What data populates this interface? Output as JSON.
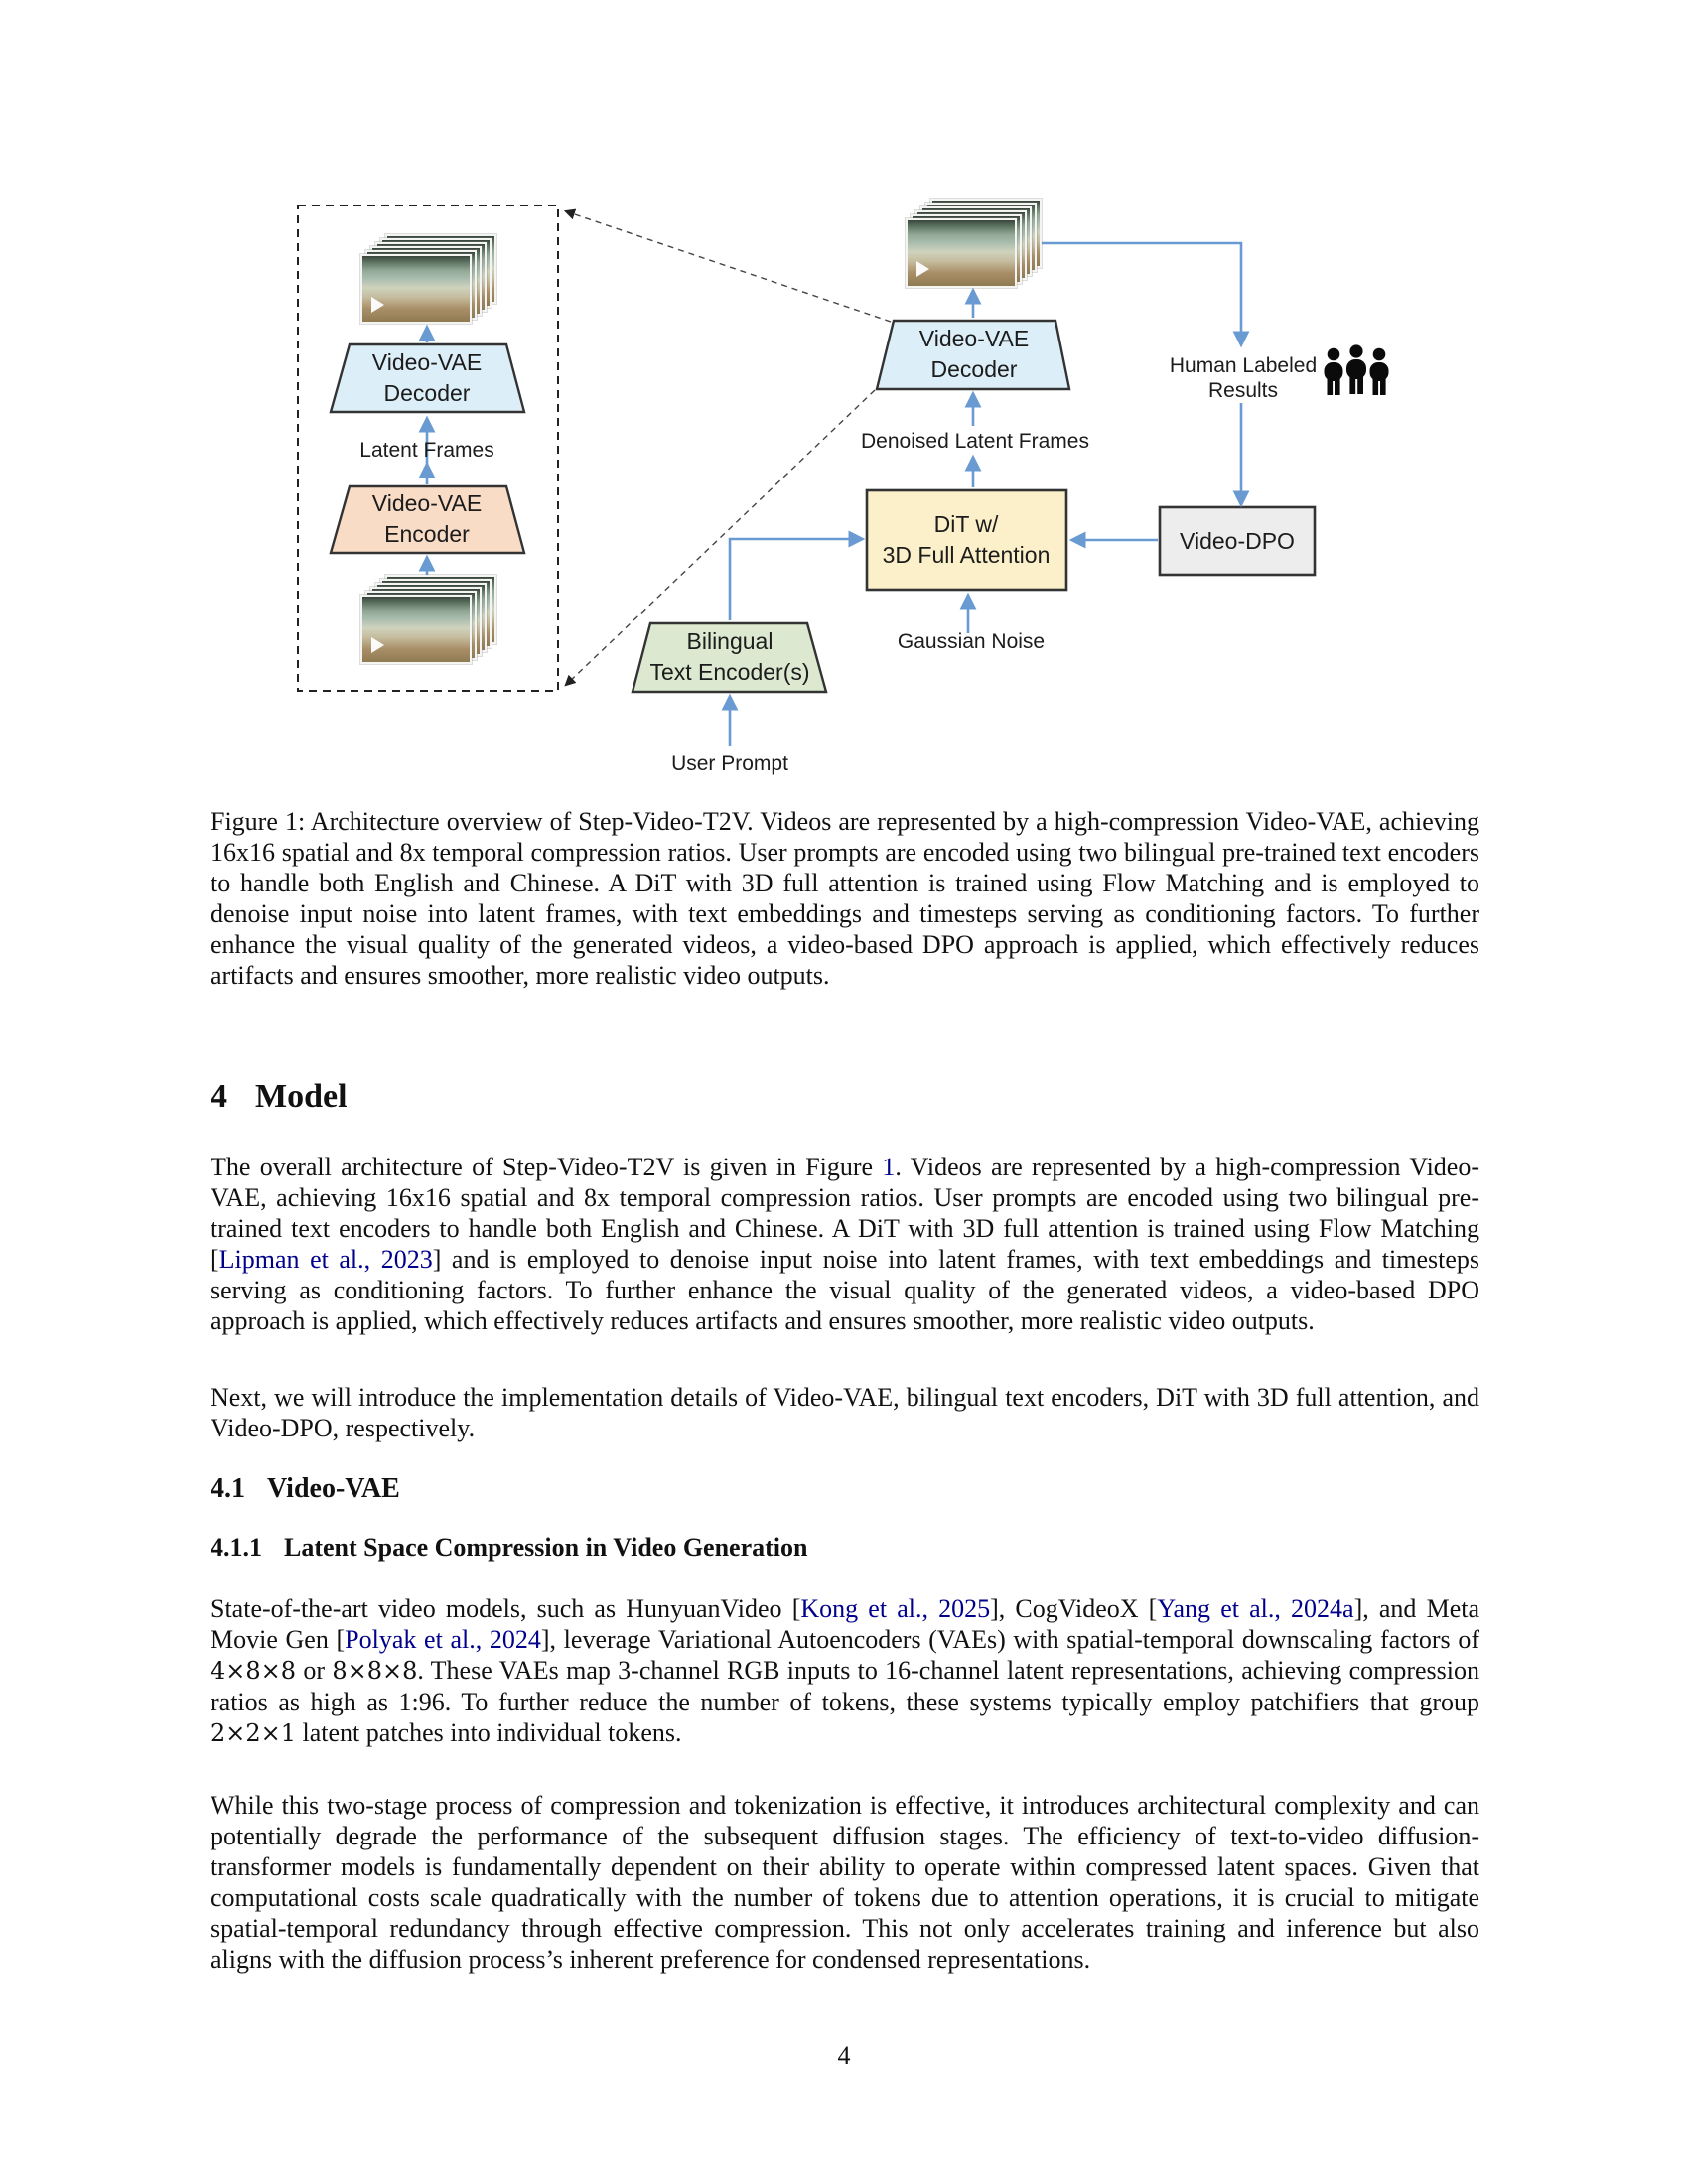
{
  "diagram": {
    "boxes": {
      "vae_decoder_left": {
        "line1": "Video-VAE",
        "line2": "Decoder"
      },
      "vae_encoder": {
        "line1": "Video-VAE",
        "line2": "Encoder"
      },
      "vae_decoder_center": {
        "line1": "Video-VAE",
        "line2": "Decoder"
      },
      "dit": {
        "line1": "DiT w/",
        "line2": "3D Full Attention"
      },
      "bilingual": {
        "line1": "Bilingual",
        "line2": "Text Encoder(s)"
      },
      "video_dpo": {
        "label": "Video-DPO"
      }
    },
    "labels": {
      "latent_frames": "Latent Frames",
      "denoised_latent_frames": "Denoised Latent Frames",
      "gaussian_noise": "Gaussian Noise",
      "user_prompt": "User Prompt",
      "human_labeled_line1": "Human Labeled",
      "human_labeled_line2": "Results"
    },
    "icons": {
      "people_icon": "group-of-three-people"
    },
    "colors": {
      "decoder_fill": "#dceff8",
      "encoder_fill": "#f9dcc6",
      "bilingual_fill": "#dce9d0",
      "dit_fill": "#fbf0c9",
      "dpo_fill": "#ededed",
      "arrow_blue": "#699bd2",
      "outline": "#333333",
      "link_color": "#00008B"
    }
  },
  "caption": "Figure 1: Architecture overview of Step-Video-T2V. Videos are represented by a high-compression Video-VAE, achieving 16x16 spatial and 8x temporal compression ratios. User prompts are encoded using two bilingual pre-trained text encoders to handle both English and Chinese. A DiT with 3D full attention is trained using Flow Matching and is employed to denoise input noise into latent frames, with text embeddings and timesteps serving as conditioning factors. To further enhance the visual quality of the generated videos, a video-based DPO approach is applied, which effectively reduces artifacts and ensures smoother, more realistic video outputs.",
  "section": {
    "number": "4",
    "title": "Model"
  },
  "subsection": {
    "number": "4.1",
    "title": "Video-VAE"
  },
  "subsubsection": {
    "number": "4.1.1",
    "title": "Latent Space Compression in Video Generation"
  },
  "paragraphs": {
    "p1": [
      {
        "t": "The overall architecture of Step-Video-T2V is given in Figure "
      },
      {
        "t": "1",
        "s": "link"
      },
      {
        "t": ". Videos are represented by a high-compression Video-VAE, achieving 16x16 spatial and 8x temporal compression ratios. User prompts are encoded using two bilingual pre-trained text encoders to handle both English and Chinese. A DiT with 3D full attention is trained using Flow Matching ["
      },
      {
        "t": "Lipman et al., 2023",
        "s": "link"
      },
      {
        "t": "] and is employed to denoise input noise into latent frames, with text embeddings and timesteps serving as conditioning factors. To further enhance the visual quality of the generated videos, a video-based DPO approach is applied, which effectively reduces artifacts and ensures smoother, more realistic video outputs."
      }
    ],
    "p2": [
      {
        "t": "Next, we will introduce the implementation details of Video-VAE, bilingual text encoders, DiT with 3D full attention, and Video-DPO, respectively."
      }
    ],
    "p3": [
      {
        "t": "State-of-the-art video models, such as HunyuanVideo ["
      },
      {
        "t": "Kong et al., 2025",
        "s": "link"
      },
      {
        "t": "], CogVideoX ["
      },
      {
        "t": "Yang et al., 2024a",
        "s": "link"
      },
      {
        "t": "], and Meta Movie Gen ["
      },
      {
        "t": "Polyak et al., 2024",
        "s": "link"
      },
      {
        "t": "], leverage Variational Autoencoders (VAEs) with spatial-temporal downscaling factors of "
      },
      {
        "t": "4×8×8",
        "s": "math"
      },
      {
        "t": " or "
      },
      {
        "t": "8×8×8",
        "s": "math"
      },
      {
        "t": ". These VAEs map 3-channel RGB inputs to 16-channel latent representations, achieving compression ratios as high as 1:96. To further reduce the number of tokens, these systems typically employ patchifiers that group "
      },
      {
        "t": "2×2×1",
        "s": "math"
      },
      {
        "t": " latent patches into individual tokens."
      }
    ],
    "p4": [
      {
        "t": "While this two-stage process of compression and tokenization is effective, it introduces architectural complexity and can potentially degrade the performance of the subsequent diffusion stages. The efficiency of text-to-video diffusion-transformer models is fundamentally dependent on their ability to operate within compressed latent spaces. Given that computational costs scale quadratically with the number of tokens due to attention operations, it is crucial to mitigate spatial-temporal redundancy through effective compression. This not only accelerates training and inference but also aligns with the diffusion process’s inherent preference for condensed representations."
      }
    ]
  },
  "page_number": "4"
}
